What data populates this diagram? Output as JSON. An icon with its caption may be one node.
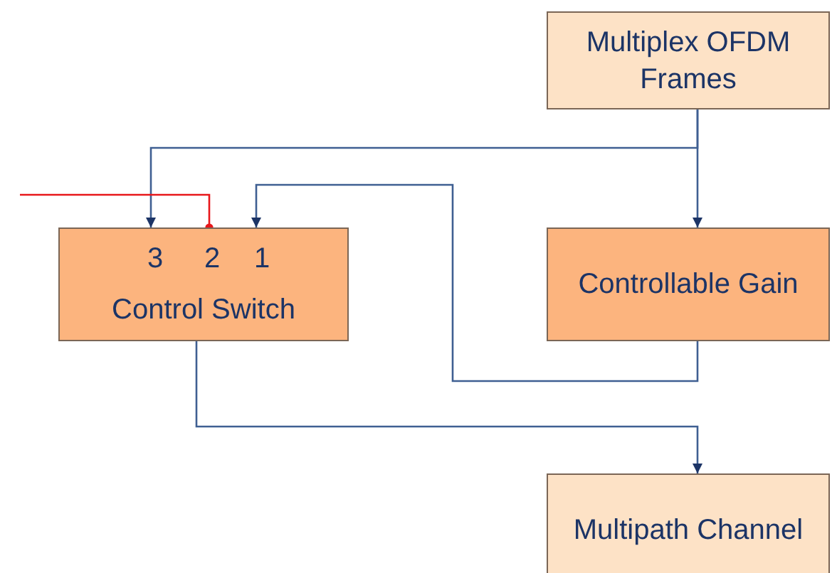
{
  "diagram": {
    "nodes": [
      {
        "text": [
          "Multiplex OFDM Frames"
        ]
      },
      {
        "text": [
          "3",
          "2",
          "1",
          "Control Switch"
        ]
      },
      {
        "text": [
          "Controllable Gain"
        ]
      },
      {
        "text": [
          "Multipath Channel"
        ]
      }
    ],
    "edges": [
      {
        "from": 0,
        "to": 1,
        "arrow": "to"
      },
      {
        "from": 0,
        "to": 2,
        "arrow": "to"
      },
      {
        "from": 2,
        "to": 1,
        "arrow": "to"
      },
      {
        "from": null,
        "to": 1,
        "arrow": "other",
        "color": "#e8171b"
      },
      {
        "from": 1,
        "to": 3,
        "arrow": "to"
      }
    ]
  }
}
